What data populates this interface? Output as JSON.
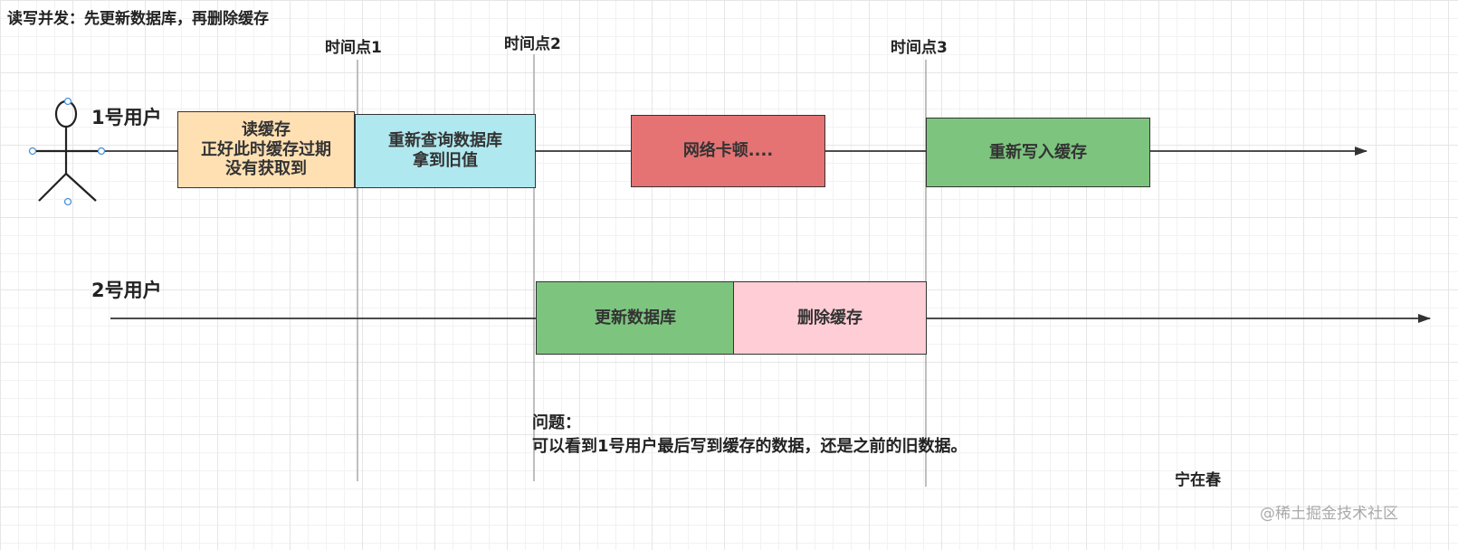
{
  "title": "读写并发：先更新数据库，再删除缓存",
  "time_points": [
    "时间点1",
    "时间点2",
    "时间点3"
  ],
  "users": {
    "user1": {
      "label": "1号用户",
      "steps": {
        "read_cache": "读缓存\n正好此时缓存过期\n没有获取到",
        "query_db": "重新查询数据库\n拿到旧值",
        "network_lag": "网络卡顿....",
        "write_cache": "重新写入缓存"
      }
    },
    "user2": {
      "label": "2号用户",
      "steps": {
        "update_db": "更新数据库",
        "delete_cache": "删除缓存"
      }
    }
  },
  "question": {
    "heading": "问题：",
    "body": "可以看到1号用户最后写到缓存的数据，还是之前的旧数据。"
  },
  "author": "宁在春",
  "watermark": "@稀土掘金技术社区",
  "colors": {
    "read_cache": "#ffe0b3",
    "query_db": "#b0e8ef",
    "network_lag": "#e57373",
    "write_cache": "#7dc57f",
    "update_db": "#7dc57f",
    "delete_cache": "#ffcdd6",
    "line": "#333333",
    "divider": "#aaaaaa"
  }
}
